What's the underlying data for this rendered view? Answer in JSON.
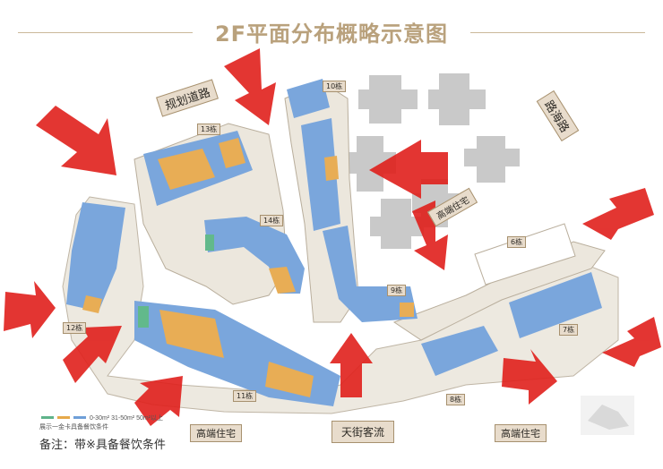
{
  "header": {
    "title": "2F平面分布概略示意图"
  },
  "roads": {
    "north": "规划道路",
    "east": "路海路"
  },
  "buildings": {
    "b13": "13栋",
    "b14": "14栋",
    "b10": "10栋",
    "b9": "9栋",
    "b6": "6栋",
    "b7": "7栋",
    "b8": "8栋",
    "b11": "11栋",
    "b12": "12栋"
  },
  "zones": {
    "highrise_center": "高端住宅",
    "highrise_left": "高端住宅",
    "highrise_right": "高端住宅",
    "tianjie": "天街客流"
  },
  "legend": {
    "sizes": "0-30m²   31-50m²   50m²以上",
    "sub": "展示一金卡具备餐饮条件",
    "colors": {
      "small": "#5fb38a",
      "mid": "#e6a94a",
      "large": "#6f9fd8"
    }
  },
  "footer": {
    "note": "备注：带※具备餐饮条件"
  },
  "colors": {
    "title": "#b9a17c",
    "arrow": "#e0201c",
    "shop_blue": "#7aa6dc",
    "shop_orange": "#e8ad55",
    "shop_green": "#62b98b",
    "plaza": "#ece7dd",
    "tower": "#c9c9c9"
  }
}
